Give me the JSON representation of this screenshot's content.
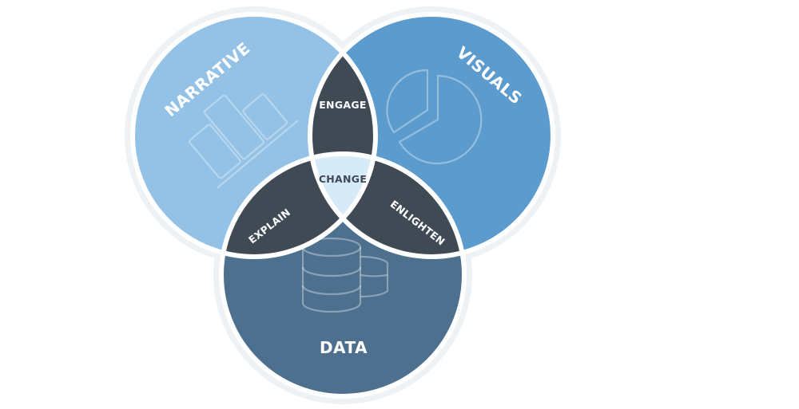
{
  "diagram": {
    "type": "venn-3",
    "circles": {
      "narrative": {
        "label": "NARRATIVE",
        "color": "#93c2e6",
        "icon": "bar-chart-icon"
      },
      "visuals": {
        "label": "VISUALS",
        "color": "#5b9bcd",
        "icon": "pie-chart-icon"
      },
      "data": {
        "label": "DATA",
        "color": "#4d708f",
        "icon": "database-icon"
      }
    },
    "intersections": {
      "narrative_visuals": {
        "label": "ENGAGE",
        "color": "#3f4a55"
      },
      "narrative_data": {
        "label": "EXPLAIN",
        "color": "#3f4a55"
      },
      "visuals_data": {
        "label": "ENLIGHTEN",
        "color": "#3f4a55"
      },
      "center": {
        "label": "CHANGE",
        "color": "#d7eaf8"
      }
    },
    "outline_color": "#ffffff",
    "halo_color": "#eef2f5"
  }
}
